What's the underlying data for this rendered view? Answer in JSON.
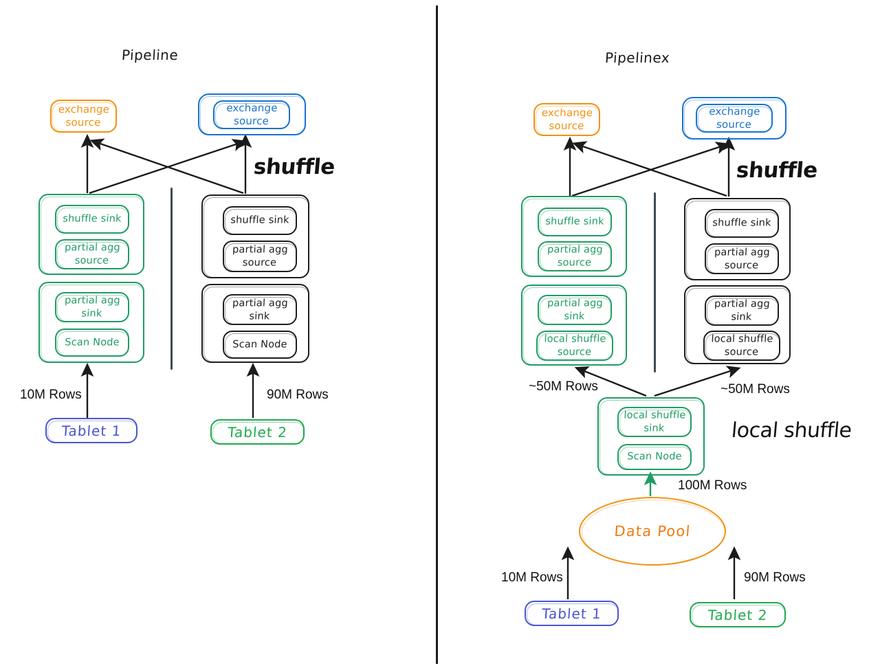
{
  "panels": {
    "left": {
      "title": "Pipeline",
      "shuffle_label": "shuffle",
      "exchange_orange": "exchange\nsource",
      "exchange_blue": "exchange\nsource",
      "fragments": [
        {
          "color": "green",
          "nodes": [
            "shuffle sink",
            "partial agg\nsource"
          ]
        },
        {
          "color": "green",
          "nodes": [
            "partial agg\nsink",
            "Scan Node"
          ]
        },
        {
          "color": "black",
          "nodes": [
            "shuffle sink",
            "partial agg\nsource"
          ]
        },
        {
          "color": "black",
          "nodes": [
            "partial agg\nsink",
            "Scan Node"
          ]
        }
      ],
      "rows_left": "10M Rows",
      "rows_right": "90M Rows",
      "tablet1": "Tablet 1",
      "tablet2": "Tablet 2"
    },
    "right": {
      "title": "Pipelinex",
      "shuffle_label": "shuffle",
      "local_shuffle_label": "local shuffle",
      "exchange_orange": "exchange\nsource",
      "exchange_blue": "exchange\nsource",
      "fragments": [
        {
          "color": "green",
          "nodes": [
            "shuffle sink",
            "partial agg\nsource"
          ]
        },
        {
          "color": "green",
          "nodes": [
            "partial agg\nsink",
            "local shuffle\nsource"
          ]
        },
        {
          "color": "black",
          "nodes": [
            "shuffle sink",
            "partial agg\nsource"
          ]
        },
        {
          "color": "black",
          "nodes": [
            "partial agg\nsink",
            "local shuffle\nsource"
          ]
        }
      ],
      "local_sink_fragment": {
        "color": "green",
        "nodes": [
          "local shuffle\nsink",
          "Scan Node"
        ]
      },
      "rows_local_left": "~50M Rows",
      "rows_local_right": "~50M Rows",
      "rows_scan": "100M Rows",
      "data_pool": "Data Pool",
      "rows_left": "10M Rows",
      "rows_right": "90M Rows",
      "tablet1": "Tablet 1",
      "tablet2": "Tablet 2"
    }
  },
  "colors": {
    "green": "#1f9d62",
    "black": "#1e1e1e",
    "orange": "#f29111",
    "blue": "#1a73cc",
    "purple": "#4a55cf",
    "tablet2_green": "#1eaa4b",
    "divider": "#3f4a54"
  }
}
